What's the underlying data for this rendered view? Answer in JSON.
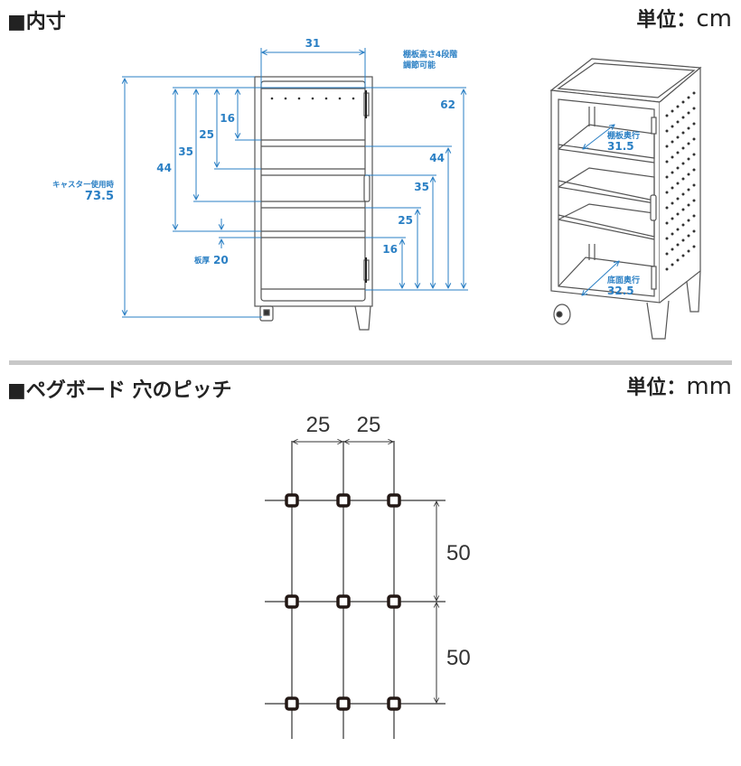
{
  "section1": {
    "title": "■内寸",
    "unit_label": "単位：",
    "unit": "cm"
  },
  "front_view": {
    "inner_width": "31",
    "shelf_note_line1": "棚板高さ4段階",
    "shelf_note_line2": "調節可能",
    "caster_label": "キャスター使用時",
    "caster_height": "73.5",
    "inner_height": "62",
    "left_dims": [
      "16",
      "25",
      "35",
      "44"
    ],
    "right_dims": [
      "44",
      "35",
      "25",
      "16"
    ],
    "board_thickness_label": "板厚",
    "board_thickness": "20"
  },
  "perspective_view": {
    "shelf_depth_label": "棚板奥行",
    "shelf_depth": "31.5",
    "bottom_depth_label": "底面奥行",
    "bottom_depth": "32.5"
  },
  "section2": {
    "title": "■ペグボード 穴のピッチ",
    "unit_label": "単位：",
    "unit": "mm"
  },
  "pegboard": {
    "h_pitch": [
      "25",
      "25"
    ],
    "v_pitch": [
      "50",
      "50"
    ]
  },
  "colors": {
    "dimension": "#2a7fc4",
    "outline": "#555555",
    "divider": "#c8c8c8"
  }
}
